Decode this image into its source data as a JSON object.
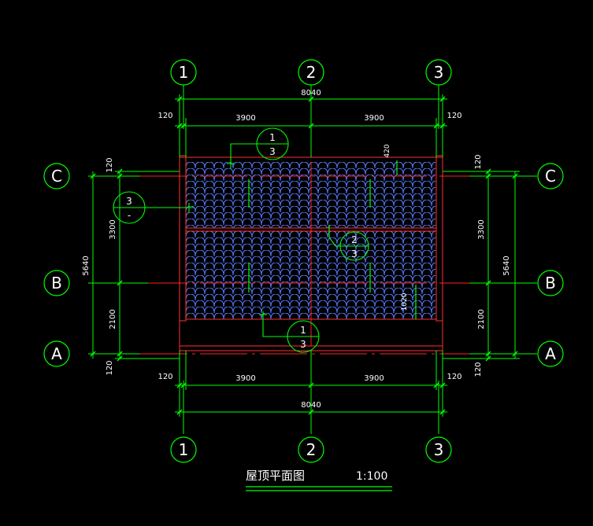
{
  "colors": {
    "background": "#000000",
    "dimension": "#00ff00",
    "axis_line": "#ff2020",
    "wall": "#ff3030",
    "tile": "#5a7dff",
    "text": "#ffffff"
  },
  "axes": {
    "vertical": [
      "1",
      "2",
      "3"
    ],
    "horizontal": [
      "C",
      "B",
      "A"
    ]
  },
  "dims": {
    "total_x": "8040",
    "bay1": "3900",
    "bay2": "3900",
    "edge_left": "120",
    "edge_right": "120",
    "total_y": "5640",
    "span_cb": "3300",
    "span_ba": "2100",
    "edge_top": "120",
    "edge_bottom": "120",
    "ridge_height": "1020",
    "eave": "420"
  },
  "callouts": {
    "top_num": "1",
    "top_sheet": "3",
    "left_num": "3",
    "left_sheet": "-",
    "center_num": "2",
    "center_sheet": "3",
    "bottom_num": "1",
    "bottom_sheet": "3"
  },
  "title": {
    "name": "屋顶平面图",
    "scale": "1:100"
  }
}
